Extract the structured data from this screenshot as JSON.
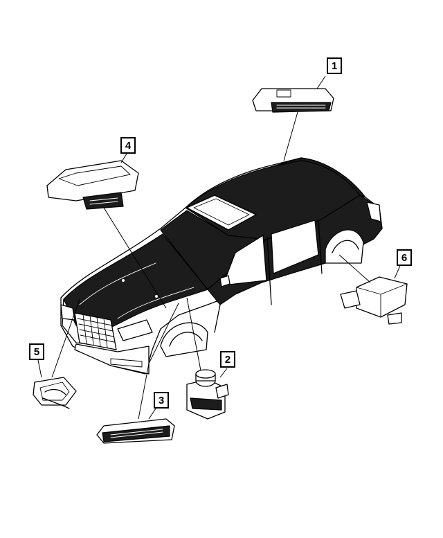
{
  "callouts": [
    {
      "id": "1",
      "label": "1",
      "part": "module-upper-right"
    },
    {
      "id": "2",
      "label": "2",
      "part": "abs-pump-module"
    },
    {
      "id": "3",
      "label": "3",
      "part": "module-lower-center"
    },
    {
      "id": "4",
      "label": "4",
      "part": "module-upper-left"
    },
    {
      "id": "5",
      "label": "5",
      "part": "sensor-lower-left"
    },
    {
      "id": "6",
      "label": "6",
      "part": "module-right"
    }
  ],
  "colors": {
    "line": "#000000",
    "background": "#ffffff",
    "body_fill": "#1c1c1c"
  }
}
